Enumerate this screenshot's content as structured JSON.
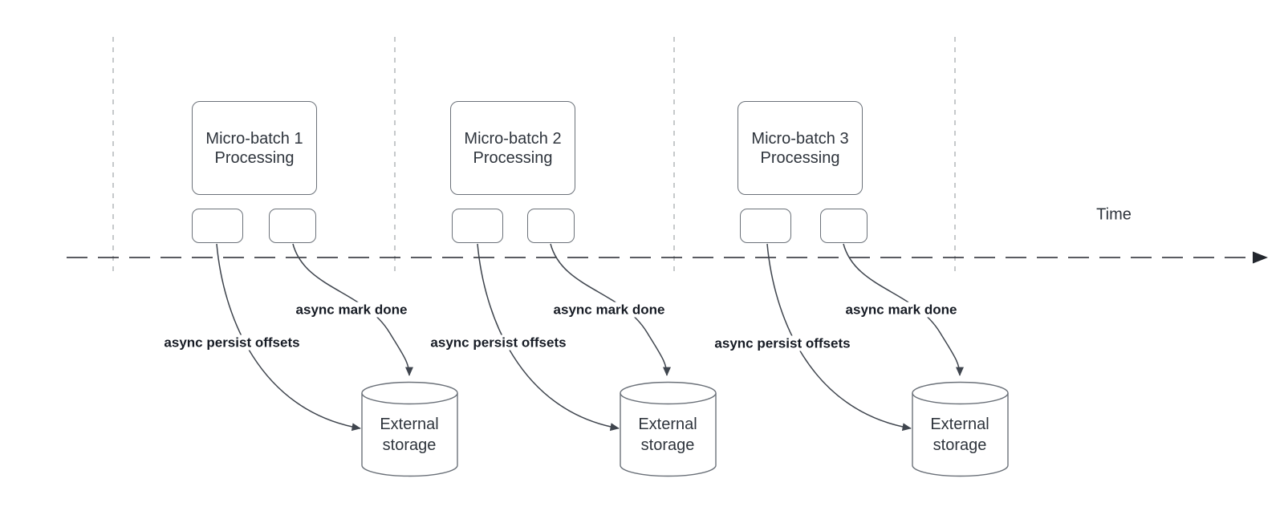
{
  "colors": {
    "shape_stroke": "#6b7179",
    "connector": "#3f454e",
    "timeline": "#23272e",
    "guide_line": "#b4b7ba",
    "text_primary": "#2e343c",
    "text_label": "#161b24",
    "canvas_bg": "#ffffff"
  },
  "timeline": {
    "label": "Time"
  },
  "groups": [
    {
      "box_line1": "Micro-batch 1",
      "box_line2": "Processing",
      "persist_label": "async persist offsets",
      "done_label": "async mark done",
      "storage_line1": "External",
      "storage_line2": "storage"
    },
    {
      "box_line1": "Micro-batch 2",
      "box_line2": "Processing",
      "persist_label": "async persist offsets",
      "done_label": "async mark done",
      "storage_line1": "External",
      "storage_line2": "storage"
    },
    {
      "box_line1": "Micro-batch 3",
      "box_line2": "Processing",
      "persist_label": "async persist offsets",
      "done_label": "async mark done",
      "storage_line1": "External",
      "storage_line2": "storage"
    }
  ]
}
